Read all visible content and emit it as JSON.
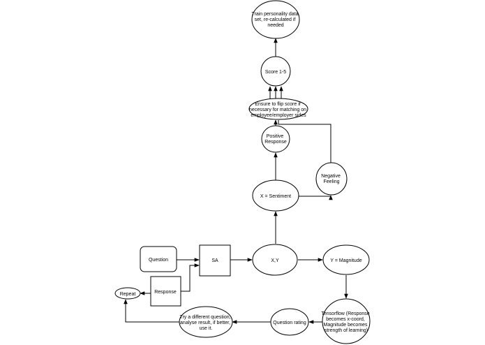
{
  "diagram": {
    "nodes": {
      "train": {
        "lines": [
          "Train personality data",
          "set, re-calculated if",
          "needed"
        ]
      },
      "score": {
        "lines": [
          "Score 1-5"
        ]
      },
      "flip": {
        "lines": [
          "Ensure to flip score if",
          "necessary for matching on",
          "employee/employer sides"
        ]
      },
      "positive": {
        "lines": [
          "Positive",
          "Response"
        ]
      },
      "negative": {
        "lines": [
          "Negative",
          "Feeling"
        ]
      },
      "sentiment": {
        "lines": [
          "X = Sentiment"
        ]
      },
      "xy": {
        "lines": [
          "X,Y"
        ]
      },
      "magnitude": {
        "lines": [
          "Y = Magnitude"
        ]
      },
      "question": {
        "lines": [
          "Question"
        ]
      },
      "sa": {
        "lines": [
          "SA"
        ]
      },
      "response": {
        "lines": [
          "Response"
        ]
      },
      "repeat": {
        "lines": [
          "Repeat"
        ]
      },
      "tensorflow": {
        "lines": [
          "Tensorflow (Response",
          "becomes x-coord,",
          "Magnitude becomes",
          "strength of learning)"
        ]
      },
      "qrating": {
        "lines": [
          "Question rating"
        ]
      },
      "tryDifferent": {
        "lines": [
          "Try a different question,",
          "analyse result, if better,",
          "use it."
        ]
      }
    }
  }
}
